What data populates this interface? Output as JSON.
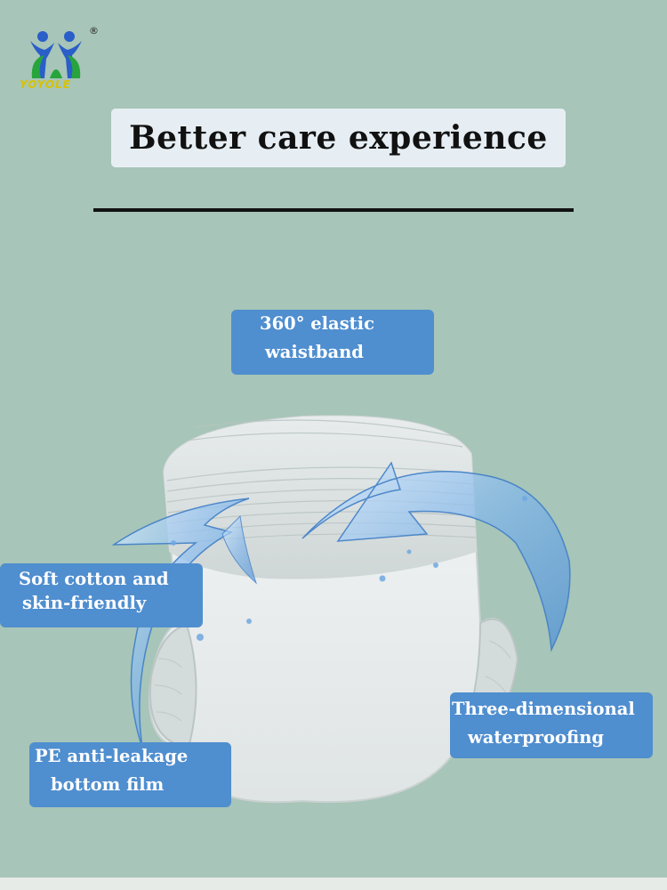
{
  "logo": {
    "brand": "YOYOLE",
    "registered_mark": "®",
    "icon": "two-figures-logo-icon",
    "colors": {
      "blue": "#2a5ec8",
      "green": "#27a53c",
      "gold": "#d8c200"
    }
  },
  "header": {
    "title": "Better care experience"
  },
  "callouts": {
    "waistband": {
      "line1": "360°   elastic",
      "line2": "waistband"
    },
    "soft": {
      "line1": "Soft cotton and",
      "line2": "skin-friendly"
    },
    "three_d": {
      "line1": "Three-dimensional",
      "line2": "waterproofing"
    },
    "pe": {
      "line1": "PE anti-leakage",
      "line2": "bottom film"
    }
  },
  "colors": {
    "background": "#a7c5b8",
    "callout": "#4f8ecf",
    "title_box": "#e6eef3",
    "water": "#6fa8e0"
  },
  "illustration": {
    "icon": "diaper-with-water-splash-icon"
  }
}
